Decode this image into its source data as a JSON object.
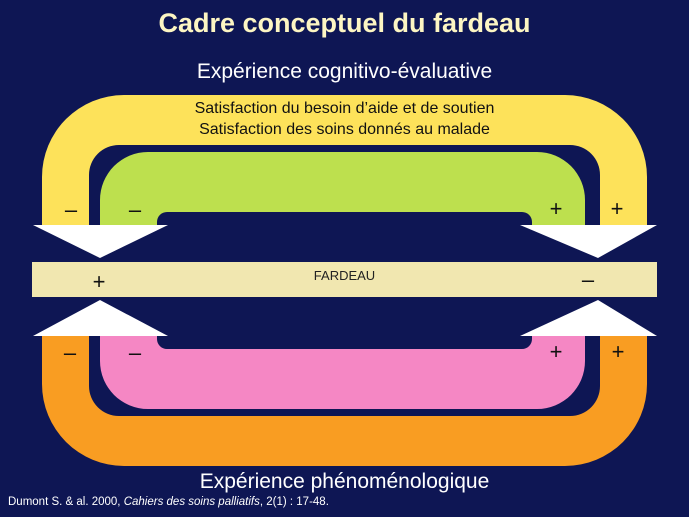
{
  "title": "Cadre conceptuel du fardeau",
  "top_heading": "Expérience cognitivo-évaluative",
  "bottom_heading": "Expérience phénoménologique",
  "satisfaction_lines": [
    "Satisfaction du besoin d’aide et de soutien",
    "Satisfaction des soins donnés au malade"
  ],
  "center_label": "FARDEAU",
  "signs": {
    "top_outer_left": "–",
    "top_inner_left": "–",
    "top_inner_right": "+",
    "top_outer_right": "+",
    "bar_left": "+",
    "bar_right": "–",
    "bottom_outer_left": "–",
    "bottom_inner_left": "–",
    "bottom_inner_right": "+",
    "bottom_outer_right": "+"
  },
  "citation": {
    "authors": "Dumont S. & al. 2000, ",
    "journal": "Cahiers des soins palliatifs",
    "details": ", 2(1) : 17-48."
  },
  "colors": {
    "background": "#0e1654",
    "title": "#fdf6c3",
    "top_outer_band": "#fde25a",
    "top_inner_band": "#bde04e",
    "bottom_outer_band": "#f99d22",
    "bottom_inner_band": "#f587c4",
    "center_bar": "#f1e7b0",
    "arrows": "#ffffff"
  }
}
